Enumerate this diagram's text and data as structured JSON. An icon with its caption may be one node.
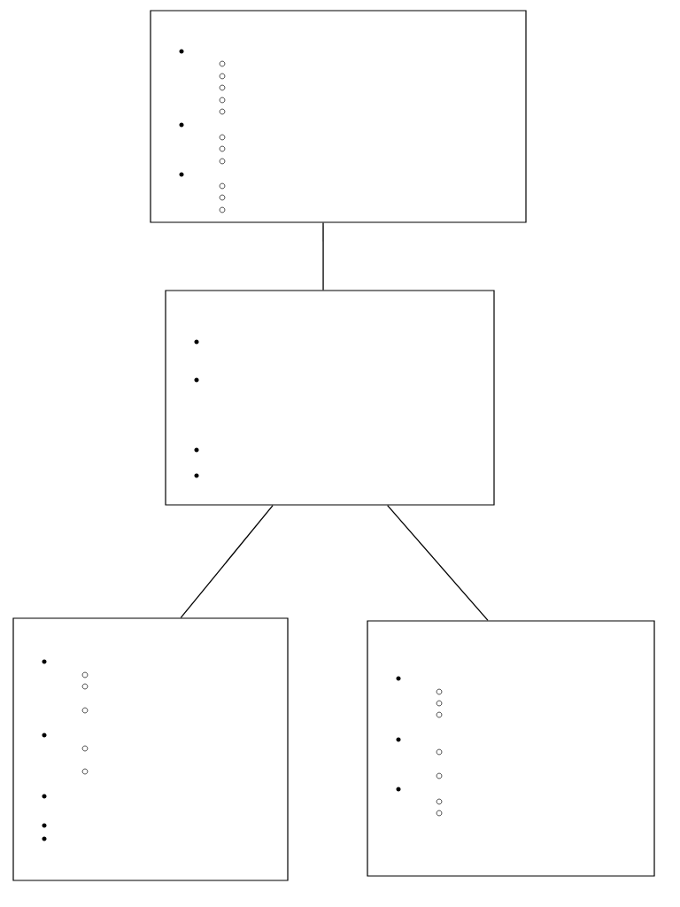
{
  "diagram": {
    "nodes": [
      {
        "text": [],
        "shape": "box"
      },
      {
        "text": [],
        "shape": "box"
      },
      {
        "text": [],
        "shape": "box"
      },
      {
        "text": [],
        "shape": "box"
      }
    ],
    "edges": [
      {
        "from": 0,
        "to": 1,
        "arrow": "none"
      },
      {
        "from": 1,
        "to": 2,
        "arrow": "none"
      },
      {
        "from": 1,
        "to": 3,
        "arrow": "none"
      }
    ]
  }
}
